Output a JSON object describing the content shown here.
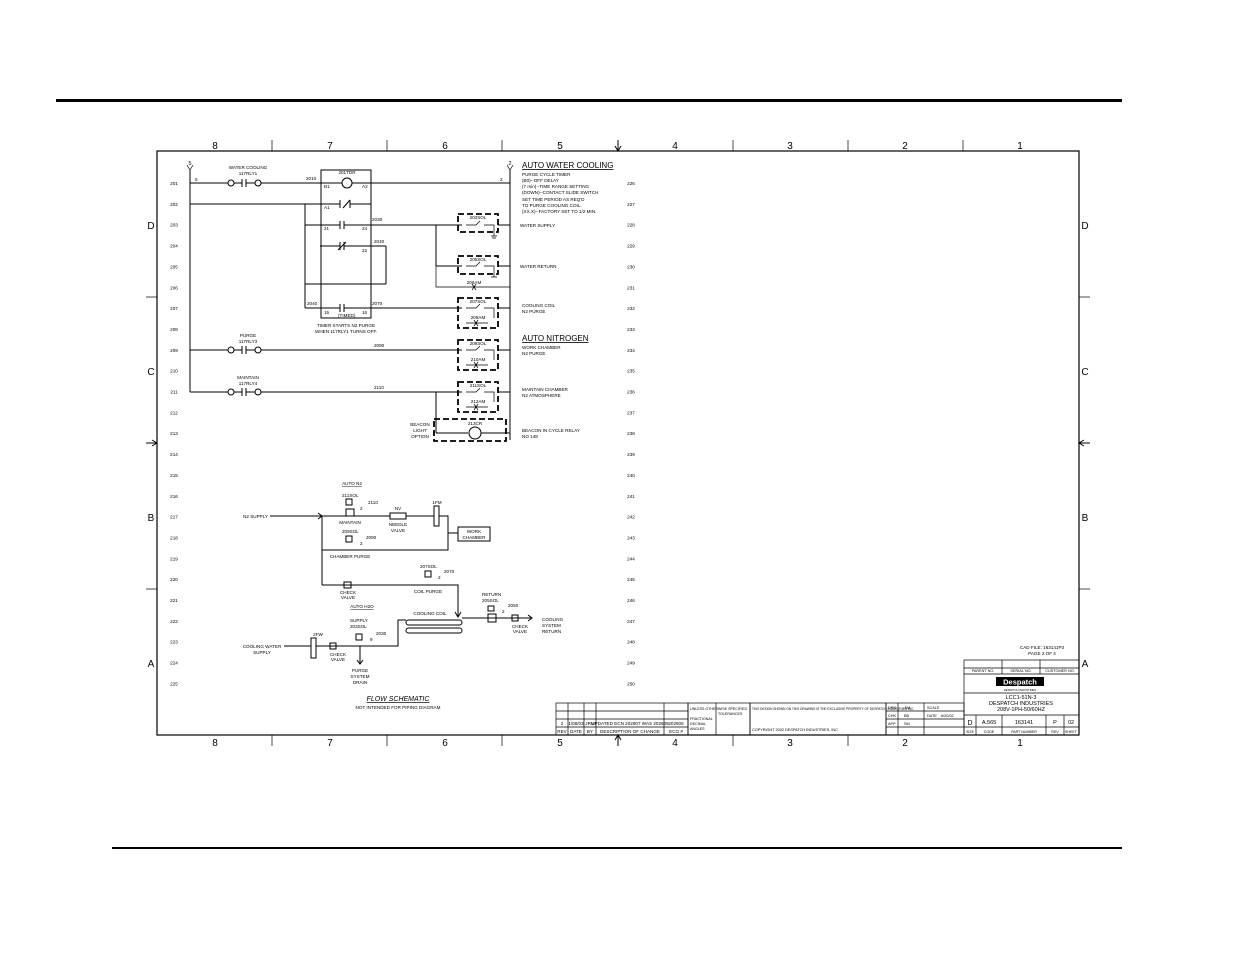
{
  "zones": {
    "cols_top": [
      "8",
      "7",
      "6",
      "5",
      "4",
      "3",
      "2",
      "1"
    ],
    "rows_left": [
      "D",
      "C",
      "B",
      "A"
    ],
    "rows_right": [
      "D",
      "C",
      "B",
      "A"
    ]
  },
  "ladder": {
    "rungs_left": [
      "201",
      "202",
      "203",
      "204",
      "205",
      "206",
      "207",
      "208",
      "209",
      "210",
      "211",
      "212",
      "213",
      "214",
      "215",
      "216",
      "217",
      "218",
      "219",
      "220",
      "221",
      "222",
      "223",
      "224",
      "225"
    ],
    "rungs_right": [
      "226",
      "227",
      "228",
      "229",
      "230",
      "231",
      "232",
      "233",
      "234",
      "235",
      "236",
      "237",
      "238",
      "239",
      "240",
      "241",
      "242",
      "243",
      "244",
      "245",
      "246",
      "247",
      "248",
      "249",
      "250"
    ],
    "wire_left": "5",
    "wire_right": "2",
    "water_cooling_label": "WATER COOLING",
    "relay1": "117RLY1",
    "timer": "201TDR",
    "wire_2010": "2010",
    "terminal_b1": "B1",
    "terminal_a2": "A2",
    "terminal_a1": "A1",
    "terminal_21": "21",
    "terminal_24": "24",
    "terminal_22": "22",
    "terminal_15": "15",
    "terminal_16": "16",
    "times_label": "(TIMED)",
    "wire_2030": "2030",
    "wire_2040": "2040",
    "wire_2040b": "2040",
    "wire_2070": "2070",
    "timer_note1": "TIMER STARTS N2 PURGE",
    "timer_note2": "WHEN 117RLY1 TURNS OFF.",
    "purge_label": "PURGE",
    "relay3": "117RLY3",
    "wire_2090": "2090",
    "maintain_label": "MAINTAIN",
    "relay4": "117RLY4",
    "wire_2110": "2110",
    "sol_203": "203SOL",
    "sol_205": "205SOL",
    "sol_207": "207SOL",
    "sol_209": "209SOL",
    "sol_211": "211SOL",
    "lamp_206": "206AM",
    "lamp_208": "208AM",
    "lamp_210": "210AM",
    "lamp_212": "212AM",
    "beacon_cr": "213CR",
    "beacon_label1": "BEACON",
    "beacon_label2": "LIGHT",
    "beacon_label3": "OPTION"
  },
  "notes": {
    "auto_water_cooling": "AUTO WATER COOLING",
    "purge_cycle_timer": "PURGE CYCLE TIMER",
    "timer_line2": "(B0)--OFF DELAY",
    "timer_line3": "(7 min)--TIME RANGE SETTING",
    "timer_line4": "(DOWN)--CONTACT SLIDE SWITCH",
    "set_time1": "SET TIME PERIOD AS REQ'D",
    "set_time2": "TO PURGE COOLING COIL.",
    "set_time3": "(XX.X)--FACTORY SET TO 1/2 MIN.",
    "water_supply": "WATER SUPPLY",
    "water_return": "WATER RETURN",
    "cooling_coil1": "COOLING COIL",
    "cooling_coil2": "N2 PURGE",
    "auto_nitrogen": "AUTO NITROGEN",
    "work_chamber1": "WORK CHAMBER",
    "work_chamber2": "N2 PURGE",
    "maintain_chamber1": "MAINTAIN CHAMBER",
    "maintain_chamber2": "N2 ATMOSPHERE",
    "beacon_relay1": "BEACON IN CYCLE RELAY",
    "beacon_relay2": "NO 148"
  },
  "schematic": {
    "auto_n2": "AUTO N2",
    "n2_supply": "N2 SUPPLY",
    "sol_211": "211SOL",
    "w2110": "2110",
    "two_a": "2",
    "maintain": "MAINTAIN",
    "nv": "NV",
    "needle_valve1": "NEEDLE",
    "needle_valve2": "VALVE",
    "fm": "1FM",
    "work_chamber1": "WORK",
    "work_chamber2": "CHAMBER",
    "sol_209": "209SOL",
    "w2090": "2090",
    "two_b": "2",
    "chamber_purge": "CHAMBER PURGE",
    "sol_207": "207SOL",
    "w2070": "2070",
    "two_c": "2",
    "coil_purge": "COIL PURGE",
    "check_valve_a1": "CHECK",
    "check_valve_a2": "VALVE",
    "auto_h2o": "AUTO H2O",
    "return_label": "RETURN",
    "sol_205": "205SOL",
    "w2050": "2050",
    "two_d": "2",
    "supply_label": "SUPPLY",
    "sol_203": "203SOL",
    "w2030": "2030",
    "nine": "9",
    "cooling_coil": "COOLING COIL",
    "cooling_system1": "COOLING",
    "cooling_system2": "SYSTEM",
    "cooling_system3": "RETURN",
    "check_valve_b1": "CHECK",
    "check_valve_b2": "VALVE",
    "fw": "2FW",
    "cooling_water1": "COOLING WATER",
    "cooling_water2": "SUPPLY",
    "check_valve_c1": "CHECK",
    "check_valve_c2": "VALVE",
    "purge_drain1": "PURGE",
    "purge_drain2": "SYSTEM",
    "purge_drain3": "DRAIN",
    "flow_title": "FLOW SCHEMATIC",
    "flow_sub": "NOT INTENDED FOR PIPING DIAGRAM"
  },
  "title_block": {
    "cad_file": "CAD FILE: 163141P3",
    "page_of": "PAGE 2 OF 4",
    "parent_no": "PARENT NO.",
    "serial_no": "SERIAL NO.",
    "customer_no": "CUSTOMER NO.",
    "logo": "Despatch",
    "logo_sub": "DESPATCH INDUSTRIES",
    "model": "LCC1-51N-3",
    "company": "DESPATCH INDUSTRIES",
    "voltage": "208V-1PH-50/60HZ",
    "size": "D",
    "a_no": "A.565",
    "part_no": "163141",
    "p_label": "P",
    "rev": "02",
    "size_label": "SIZE",
    "code_label": "CODE",
    "part_number_label": "PART NUMBER",
    "rev_label": "REV",
    "sheet_label": "SHEET",
    "drawn_label": "DRN",
    "drawn_by": "JIM",
    "scale_label": "SCALE",
    "chk_label": "CHK",
    "chk_by": "BB",
    "date_label": "DATE",
    "date": "6/20/02",
    "app_label": "APP",
    "app_by": "SM",
    "copyright": "COPYRIGHT 2002  DESPATCH INDUSTRIES, INC.",
    "unless": "UNLESS OTHERWISE SPECIFIED",
    "fractional": "FRACTIONAL",
    "decimal": "DECIMAL",
    "angles": "ANGLES",
    "tolerances": "TOLERANCES",
    "rev_row1_no": "2",
    "rev_row1_date": "1/08/03",
    "rev_row1_by": "JRM",
    "rev_row1_desc": "UPDATED ECN 202607 WAS 202606",
    "rev_row1_ecn": "202606",
    "rev_hdr_no": "REV",
    "rev_hdr_date": "DATE",
    "rev_hdr_by": "BY",
    "rev_hdr_desc": "DESCRIPTION OF CHANGE",
    "rev_hdr_ecn": "ECO #",
    "right_note": "THIS DESIGN SHOWN ON THIS DRAWING IS THE EXCLUSIVE PROPERTY OF DESPATCH INDUSTRIES INC."
  }
}
